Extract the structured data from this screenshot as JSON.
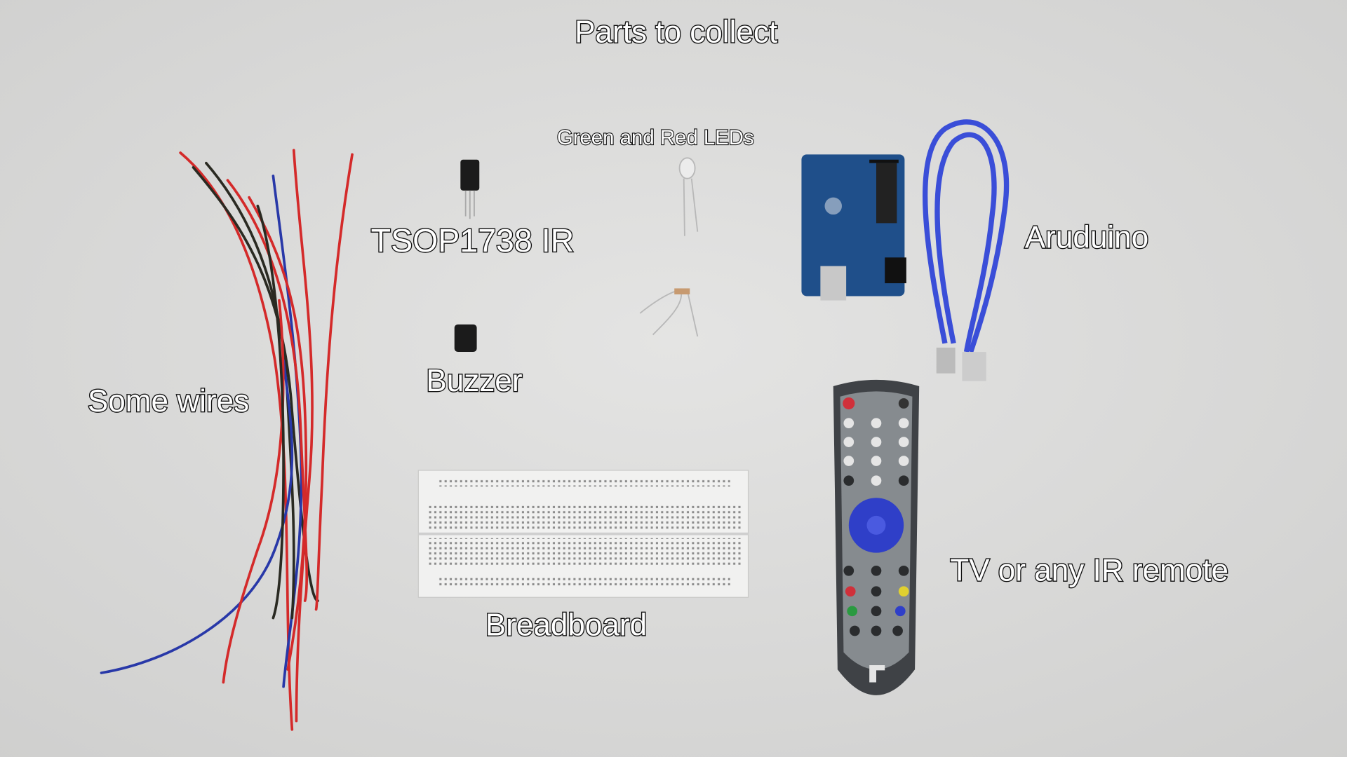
{
  "labels": {
    "title": "Parts to collect",
    "leds": "Green and Red LEDs",
    "ir_sensor": "TSOP1738 IR",
    "arduino": "Aruduino",
    "buzzer": "Buzzer",
    "wires": "Some wires",
    "remote": "TV or any IR remote",
    "breadboard": "Breadboard"
  },
  "colors": {
    "background": "#d9d9d8",
    "wire_red": "#d42a2a",
    "wire_black": "#2a2a22",
    "wire_blue": "#2838a8",
    "arduino_board": "#1f4f8a",
    "usb_cable": "#3a4ed8",
    "remote_body": "#4a4e52",
    "remote_dpad": "#2f3fc8"
  }
}
